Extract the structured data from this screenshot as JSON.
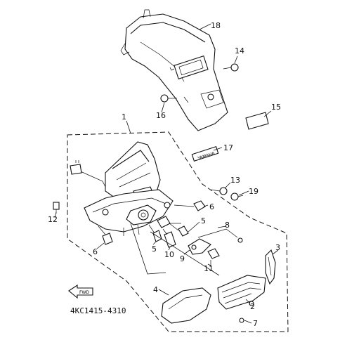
{
  "callouts": [
    "1",
    "2",
    "3",
    "4",
    "5",
    "5",
    "6",
    "6",
    "7",
    "8",
    "9",
    "10",
    "11",
    "12",
    "13",
    "14",
    "15",
    "16",
    "17",
    "18",
    "19"
  ],
  "part_code": "4KC1415-4310",
  "fwd_label": "FWD",
  "strip_label": "YAMAHA",
  "colors": {
    "ink": "#111111",
    "background": "#ffffff"
  }
}
